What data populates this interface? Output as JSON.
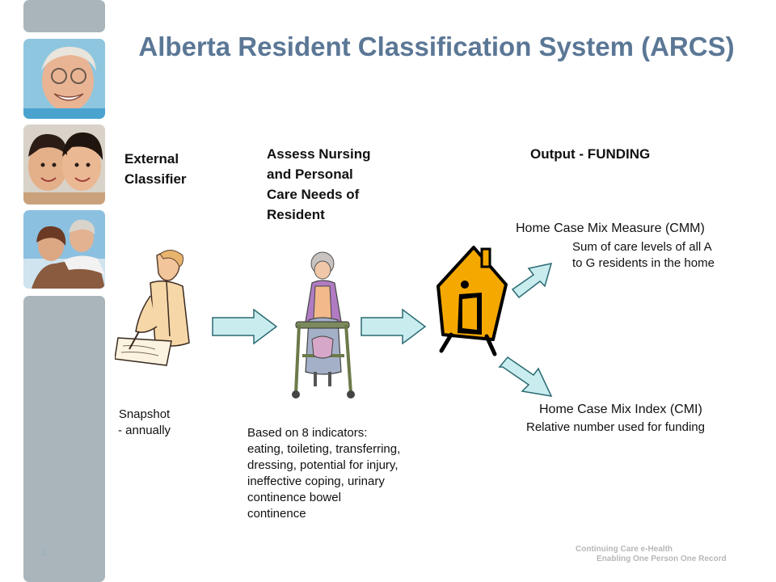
{
  "slide": {
    "title": "Alberta Resident Classification System (ARCS)",
    "page_number": "4"
  },
  "columns": {
    "classifier": {
      "heading_line1": "External",
      "heading_line2": "Classifier",
      "note_line1": "Snapshot",
      "note_line2": "- annually"
    },
    "assess": {
      "heading_lines": [
        "Assess Nursing",
        "and Personal",
        "Care Needs of",
        "Resident"
      ],
      "note_lines": [
        "Based on 8 indicators:",
        "eating, toileting, transferring,",
        "dressing, potential for injury,",
        "ineffective coping, urinary",
        "continence bowel",
        "continence"
      ]
    },
    "output": {
      "heading": "Output - FUNDING",
      "cmm_title": "Home Case Mix Measure (CMM)",
      "cmm_desc_line1": "Sum of care levels of all A",
      "cmm_desc_line2": "to G residents in the home",
      "cmi_title": "Home Case Mix Index (CMI)",
      "cmi_desc": "Relative number used for funding"
    }
  },
  "footer": {
    "line1": "Continuing Care e-Health",
    "line2": "Enabling One Person One Record"
  },
  "colors": {
    "title": "#5b7796",
    "sidebar": "#a9b5bb",
    "arrow_fill": "#c9ecef",
    "arrow_stroke": "#2a6a72",
    "house_fill": "#f5a800"
  },
  "icons": {
    "classifier": "person-writing-clipart",
    "assess": "elderly-woman-walker-clipart",
    "output": "cartoon-house-clipart"
  }
}
